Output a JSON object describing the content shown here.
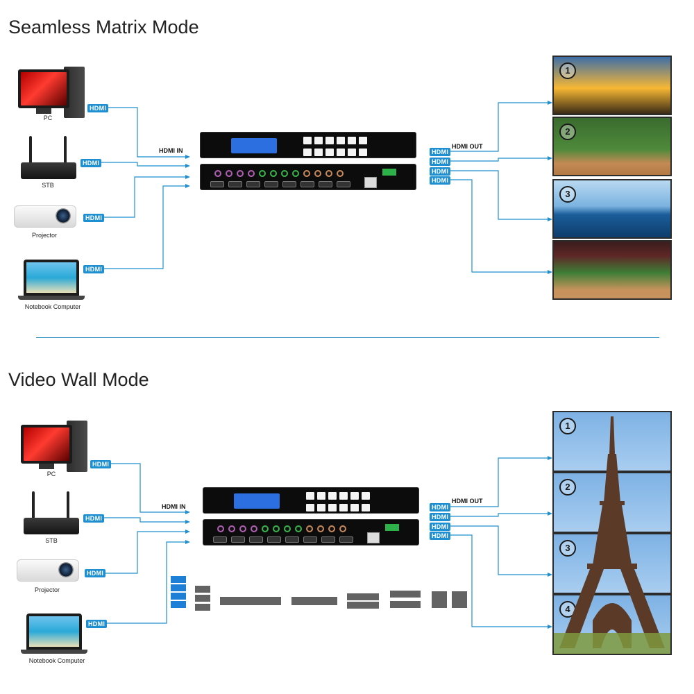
{
  "top": {
    "title": "Seamless Matrix Mode",
    "sources": [
      "PC",
      "STB",
      "Projector",
      "Notebook Computer"
    ],
    "hdmi_tag": "HDMI",
    "hdmi_in": "HDMI IN",
    "hdmi_out": "HDMI OUT",
    "screens": [
      "1",
      "2",
      "3"
    ]
  },
  "bottom": {
    "title": "Video Wall Mode",
    "sources": [
      "PC",
      "STB",
      "Projector",
      "Notebook Computer"
    ],
    "hdmi_tag": "HDMI",
    "hdmi_in": "HDMI IN",
    "hdmi_out": "HDMI OUT",
    "screens": [
      "1",
      "2",
      "3",
      "4"
    ]
  },
  "colors": {
    "wire": "#1e8fd0",
    "tag": "#1e8fd0",
    "divider": "#2a8cbf",
    "tile_blue": "#1d7fd6",
    "tile_gray": "#636363"
  }
}
